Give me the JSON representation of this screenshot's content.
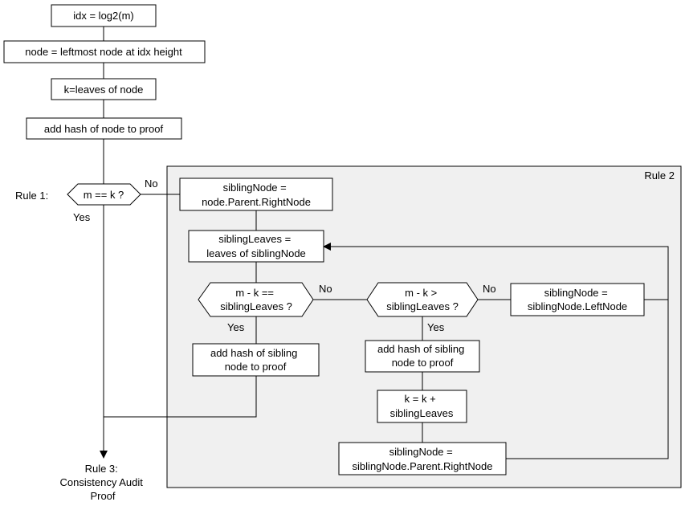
{
  "nodes": {
    "idx": "idx = log2(m)",
    "node_leftmost": "node = leftmost node at idx height",
    "k_leaves": "k=leaves of node",
    "add_hash_node": "add hash of node to proof",
    "m_eq_k": "m == k ?",
    "sibling_init": [
      "siblingNode =",
      "node.Parent.RightNode"
    ],
    "sibling_leaves": [
      "siblingLeaves =",
      "leaves of siblingNode"
    ],
    "mk_eq": [
      "m - k ==",
      "siblingLeaves ?"
    ],
    "mk_gt": [
      "m - k >",
      "siblingLeaves ?"
    ],
    "sibling_left": [
      "siblingNode =",
      "siblingNode.LeftNode"
    ],
    "add_hash_sib_1": [
      "add hash of sibling",
      "node to proof"
    ],
    "add_hash_sib_2": [
      "add hash of sibling",
      "node to proof"
    ],
    "k_update": [
      "k = k +",
      "siblingLeaves"
    ],
    "sibling_parent_right": [
      "siblingNode =",
      "siblingNode.Parent.RightNode"
    ]
  },
  "labels": {
    "rule1": "Rule 1:",
    "rule2": "Rule 2",
    "rule3": [
      "Rule 3:",
      "Consistency Audit",
      "Proof"
    ],
    "no_1": "No",
    "yes_1": "Yes",
    "no_2": "No",
    "yes_2": "Yes",
    "no_3": "No",
    "yes_3": "Yes"
  },
  "colors": {
    "panel_fill": "#f0f0f0",
    "stroke": "#000000",
    "box_fill": "#ffffff"
  }
}
